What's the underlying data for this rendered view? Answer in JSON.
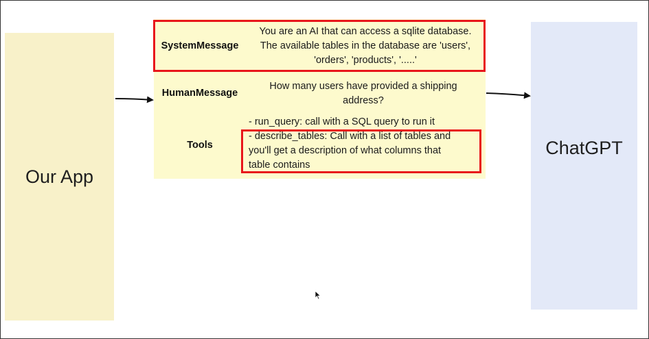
{
  "app_box": {
    "label": "Our App"
  },
  "gpt_box": {
    "label": "ChatGPT"
  },
  "messages": {
    "system": {
      "key": "SystemMessage",
      "lines": [
        "You are an AI that can access a sqlite database.",
        "The available tables in the database are 'users',",
        "'orders', 'products', '.....'"
      ]
    },
    "human": {
      "key": "HumanMessage",
      "lines": [
        "How many users have provided a shipping",
        "address?"
      ]
    },
    "tools": {
      "key": "Tools",
      "lines": [
        "- run_query: call with a SQL query to run it",
        "- describe_tables: Call with a list of tables and",
        "you'll get a description of what columns that",
        "table contains"
      ]
    }
  },
  "colors": {
    "app_box": "#f8f1c9",
    "gpt_box": "#e3e9f8",
    "message_panel": "#fdfacd",
    "highlight": "#e8151b"
  },
  "icons": [
    "mouse-cursor-icon"
  ]
}
